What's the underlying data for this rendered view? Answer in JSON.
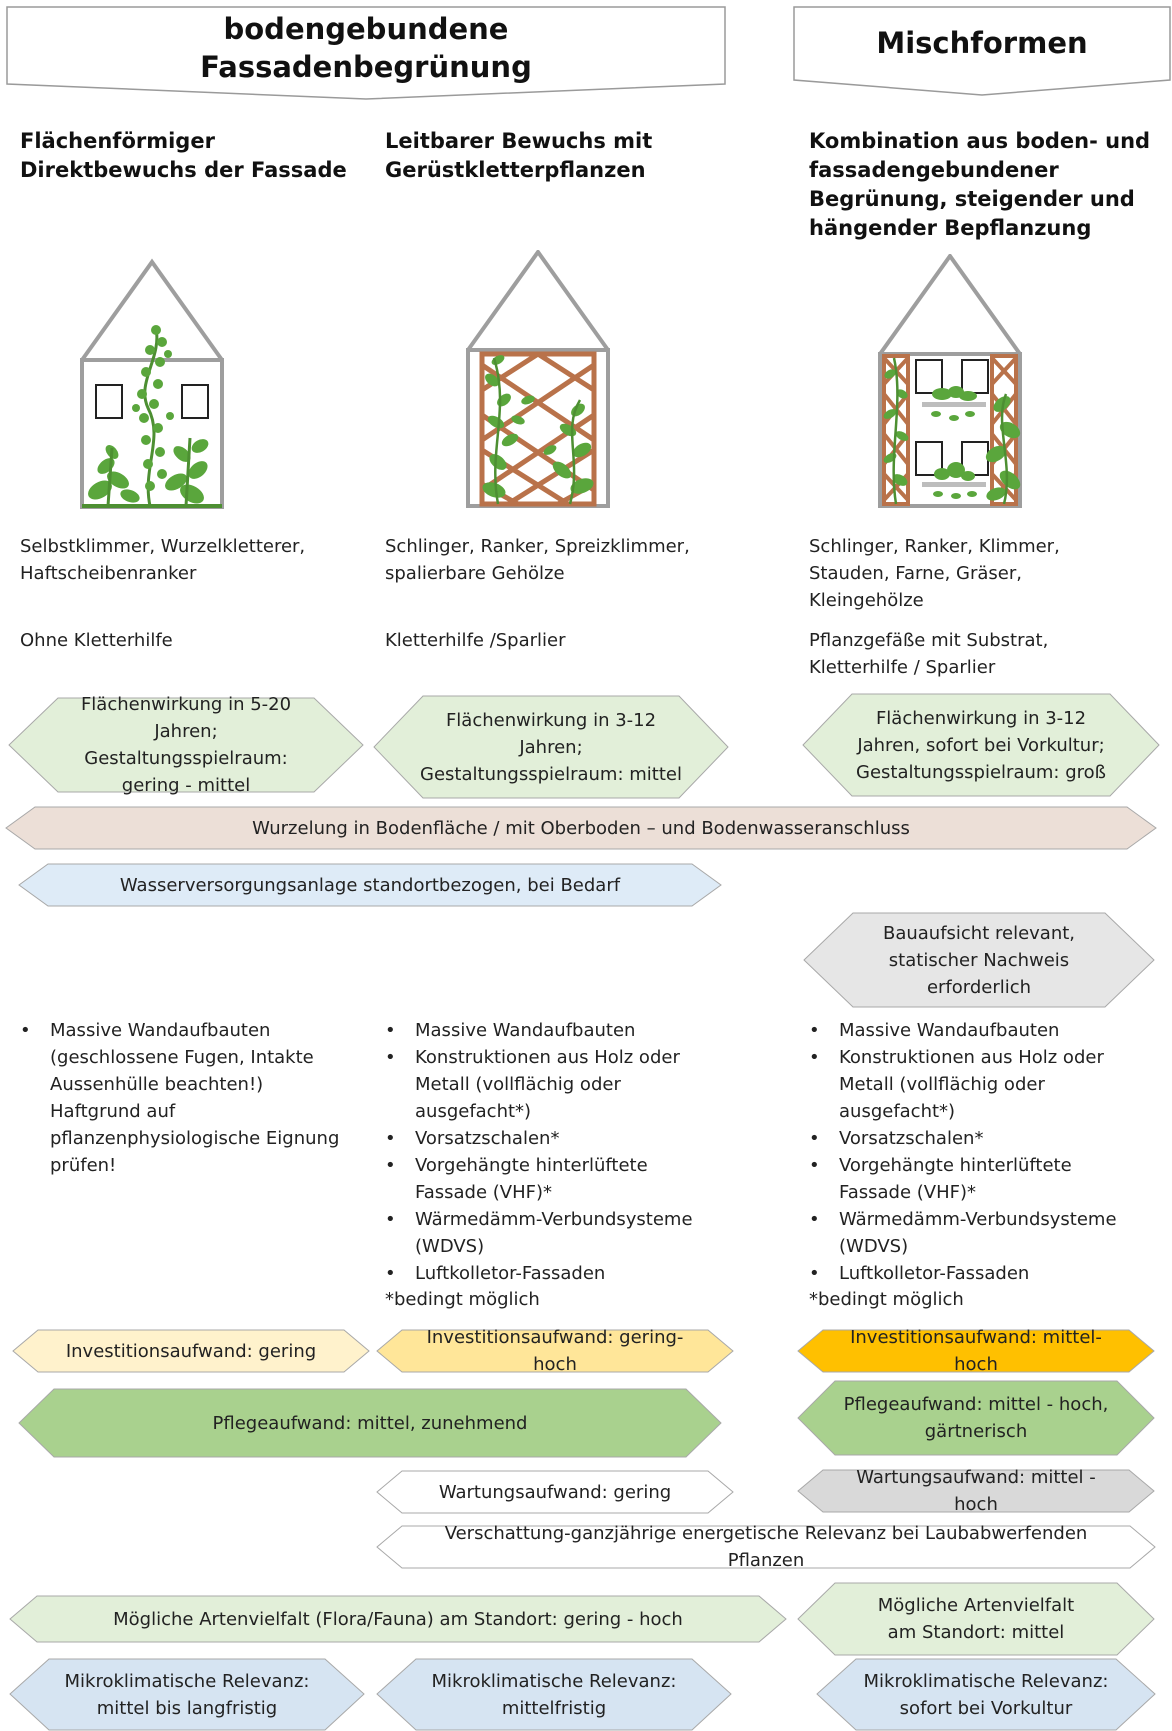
{
  "headers": {
    "left": [
      "bodengebundene",
      "Fassadenbegrünung"
    ],
    "right": "Mischformen"
  },
  "columns": [
    {
      "title": [
        "Flächenförmiger",
        "Direktbewuchs der Fassade"
      ],
      "plants": [
        "Selbstklimmer, Wurzelkletterer,",
        "Haftscheibenranker"
      ],
      "support": [
        "Ohne Kletterhilfe"
      ],
      "effect": [
        "Flächenwirkung in 5-20 Jahren;",
        "Gestaltungsspielraum:",
        "gering - mittel"
      ],
      "walls": [
        "Massive Wandaufbauten (geschlossene Fugen, Intakte Aussenhülle beachten!) Haftgrund auf pflanzenphysiologische Eignung prüfen!"
      ],
      "note": "",
      "investment": "Investitionsaufwand: gering",
      "microclimate": [
        "Mikroklimatische Relevanz:",
        "mittel bis langfristig"
      ]
    },
    {
      "title": [
        "Leitbarer Bewuchs mit",
        "Gerüstkletterpflanzen"
      ],
      "plants": [
        "Schlinger, Ranker, Spreizklimmer,",
        "spalierbare Gehölze"
      ],
      "support": [
        "Kletterhilfe /Sparlier"
      ],
      "effect": [
        "Flächenwirkung in 3-12 Jahren;",
        "Gestaltungsspielraum: mittel"
      ],
      "walls": [
        "Massive Wandaufbauten",
        "Konstruktionen aus Holz oder Metall (vollflächig oder ausgefacht*)",
        "Vorsatzschalen*",
        "Vorgehängte  hinterlüftete Fassade (VHF)*",
        "Wärmedämm-Verbundsysteme (WDVS)",
        "Luftkolletor-Fassaden"
      ],
      "note": "*bedingt möglich",
      "investment": "Investitionsaufwand: gering-hoch",
      "maintenance": "Wartungsaufwand: gering",
      "microclimate": [
        "Mikroklimatische Relevanz:",
        "mittelfristig"
      ]
    },
    {
      "title": [
        "Kombination aus boden- und",
        "fassadengebundener",
        "Begrünung, steigender und",
        "hängender Bepflanzung"
      ],
      "plants": [
        "Schlinger, Ranker, Klimmer,",
        "Stauden, Farne, Gräser,",
        "Kleingehölze"
      ],
      "support": [
        "Pflanzgefäße mit Substrat,",
        "Kletterhilfe / Sparlier"
      ],
      "effect": [
        "Flächenwirkung in 3-12",
        "Jahren, sofort bei Vorkultur;",
        "Gestaltungsspielraum: groß"
      ],
      "building": [
        "Bauaufsicht relevant,",
        "statischer Nachweis",
        "erforderlich"
      ],
      "walls": [
        "Massive Wandaufbauten",
        "Konstruktionen aus Holz oder Metall (vollflächig oder ausgefacht*)",
        "Vorsatzschalen*",
        "Vorgehängte  hinterlüftete Fassade (VHF)*",
        "Wärmedämm-Verbundsysteme (WDVS)",
        "Luftkolletor-Fassaden"
      ],
      "note": "*bedingt möglich",
      "investment": "Investitionsaufwand: mittel-hoch",
      "care": [
        "Pflegeaufwand: mittel - hoch,",
        "gärtnerisch"
      ],
      "maintenance": "Wartungsaufwand: mittel - hoch",
      "biodiversity": [
        "Mögliche Artenvielfalt",
        "am Standort: mittel"
      ],
      "microclimate": [
        "Mikroklimatische Relevanz:",
        "sofort bei Vorkultur"
      ]
    }
  ],
  "shared": {
    "rooting": "Wurzelung in Bodenfläche / mit Oberboden – und Bodenwasseranschluss",
    "water": "Wasserversorgungsanlage standortbezogen, bei Bedarf",
    "care": "Pflegeaufwand: mittel, zunehmend",
    "shading": "Verschattung-ganzjährige energetische Relevanz bei Laubabwerfenden  Pflanzen",
    "biodiversity": "Mögliche Artenvielfalt (Flora/Fauna) am Standort: gering - hoch"
  },
  "colors": {
    "green_light": "#e2efd9",
    "green_mid": "#a9d18e",
    "beige": "#ecdfd7",
    "blue_light": "#deebf7",
    "blue_mid": "#d6e4f2",
    "yellow_light": "#fff2cc",
    "yellow_mid": "#ffe699",
    "orange": "#ffc000",
    "grey": "#e6e6e6",
    "grey_mid": "#d9d9d9",
    "outline": "#b5b5b5",
    "leaf": "#5aa63c",
    "trellis": "#b9724a",
    "house": "#9e9e9e"
  }
}
